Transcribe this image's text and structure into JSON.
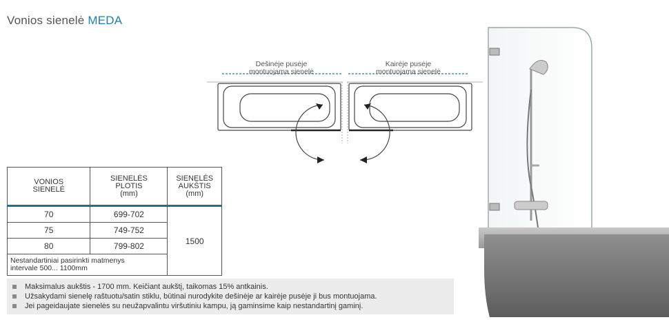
{
  "title": {
    "prefix": "Vonios sienelė ",
    "accent": "MEDA"
  },
  "diagram": {
    "right_label": [
      "Dešinėje pusėje",
      "montuojama sienelė"
    ],
    "left_label": [
      "Kairėje pusėje",
      "montuojama sienelė"
    ]
  },
  "table": {
    "headers": [
      [
        "VONIOS",
        "SIENELĖ"
      ],
      [
        "SIENELĖS",
        "PLOTIS",
        "(mm)"
      ],
      [
        "SIENELĖS",
        "AUKŠTIS",
        "(mm)"
      ]
    ],
    "rows": [
      {
        "bath": "70",
        "width": "699-702"
      },
      {
        "bath": "75",
        "width": "749-752"
      },
      {
        "bath": "80",
        "width": "799-802"
      }
    ],
    "height_value": "1500",
    "note": [
      "Nestandartiniai pasirinkti matmenys",
      "intervale 500... 1100mm"
    ]
  },
  "notes": [
    "Maksimalus aukštis - 1700 mm. Keičiant aukštį, taikomas 15% antkainis.",
    "Užsakydami sienelę raštuotu/satin stiklu, būtinai nurodykite dešinėje ar kairėje pusėje ji bus montuojama.",
    "Jei pageidaujate sienelės su neužapvalintu viršutiniu kampu, ją gaminsime kaip nestandartinį gaminį."
  ],
  "colors": {
    "accent": "#1f7fa7",
    "table_rule": "#1f6f8f",
    "notes_bg": "#ececec"
  },
  "icons": [
    "bullet-square-icon",
    "rotation-arrow-icon"
  ]
}
